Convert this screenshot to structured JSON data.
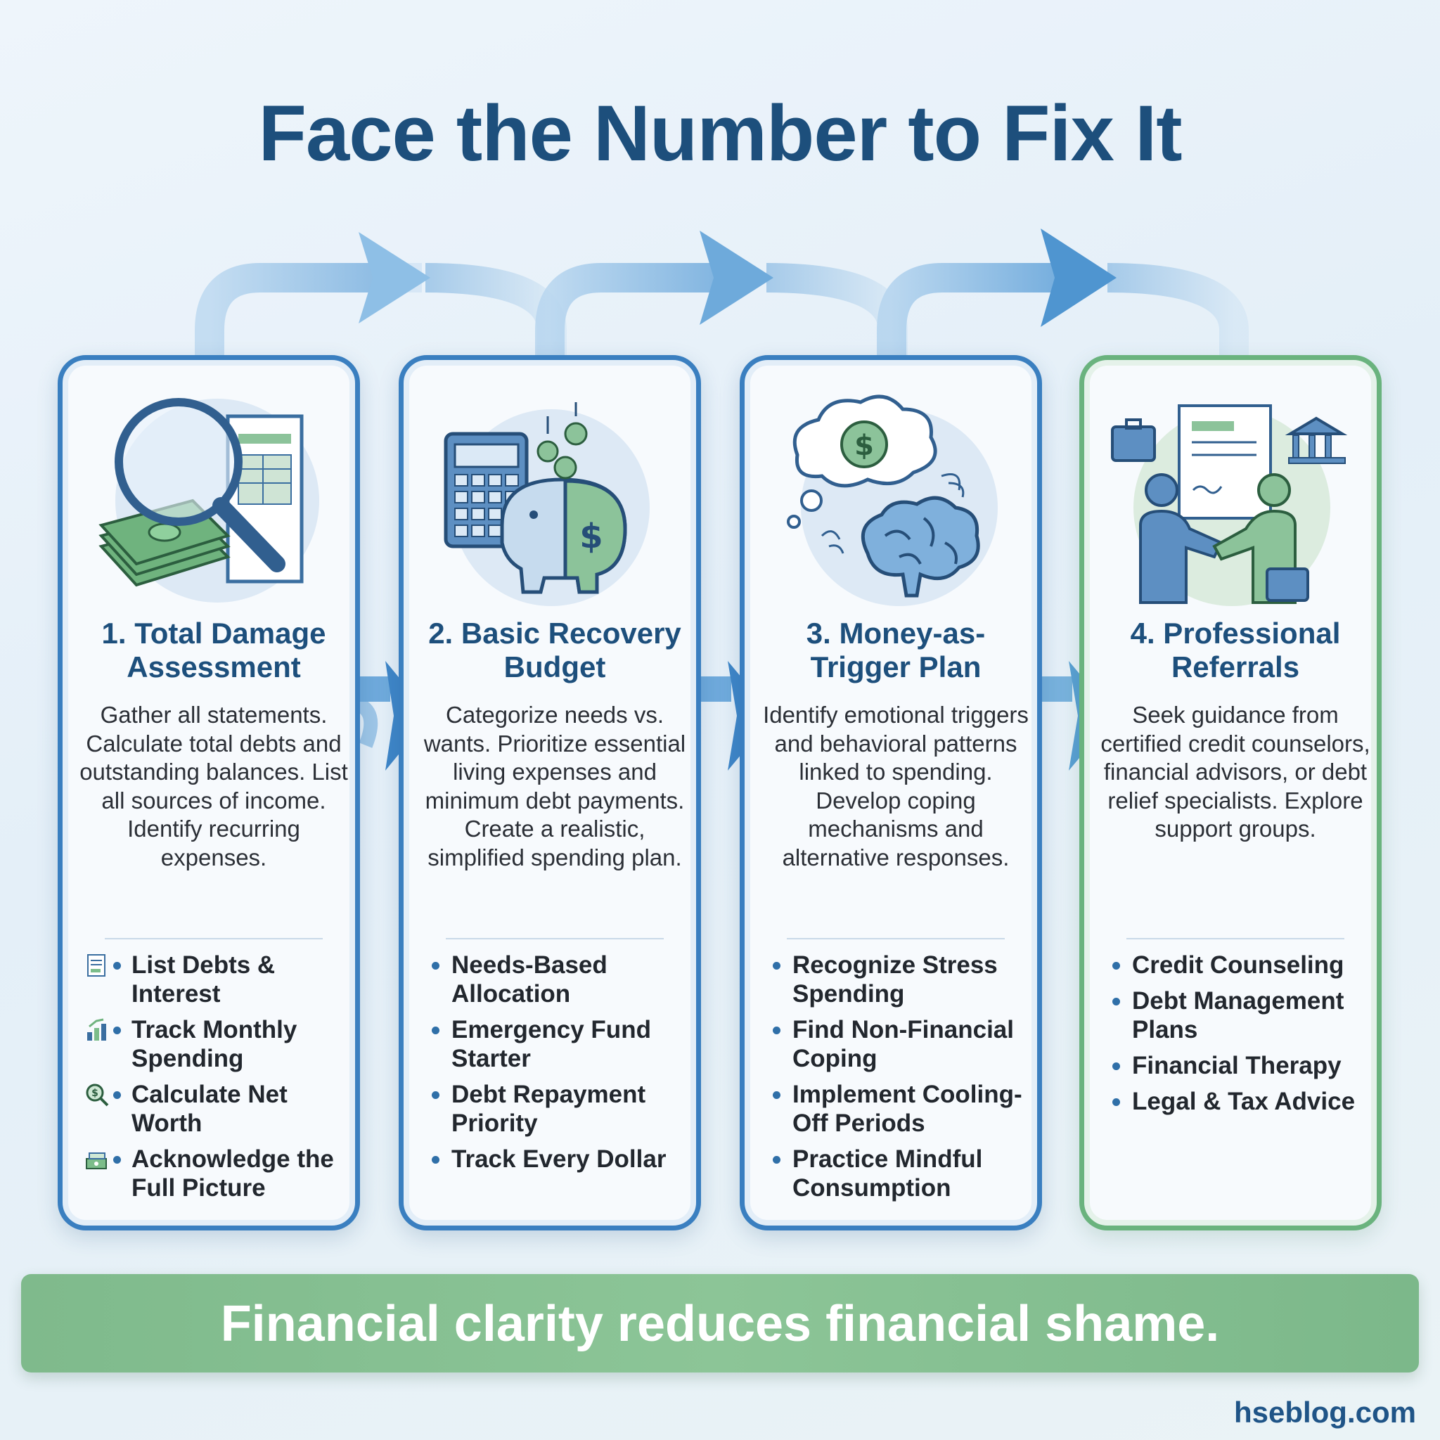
{
  "title": "Face the Number to Fix It",
  "steps": [
    {
      "title": "1. Total Damage Assessment",
      "icon": "magnifier-cash-document-icon",
      "description": "Gather all statements. Calculate total debts and outstanding balances. List all sources of income. Identify recurring expenses.",
      "bullets": [
        "List Debts & Interest",
        "Track Monthly Spending",
        "Calculate Net Worth",
        "Acknowledge the Full Picture"
      ]
    },
    {
      "title": "2. Basic Recovery Budget",
      "icon": "calculator-piggy-bank-icon",
      "description": "Categorize needs vs. wants. Prioritize essential living expenses and minimum debt payments. Create a realistic, simplified spending plan.",
      "bullets": [
        "Needs-Based Allocation",
        "Emergency Fund Starter",
        "Debt Repayment Priority",
        "Track Every Dollar"
      ]
    },
    {
      "title": "3. Money-as-Trigger Plan",
      "icon": "brain-thought-dollar-icon",
      "description": "Identify emotional triggers and behavioral patterns linked to spending. Develop coping mechanisms and alternative responses.",
      "bullets": [
        "Recognize Stress Spending",
        "Find Non-Financial Coping",
        "Implement Cooling-Off Periods",
        "Practice Mindful Consumption"
      ]
    },
    {
      "title": "4. Professional Referrals",
      "icon": "handshake-advisor-icon",
      "description": "Seek guidance from certified credit counselors, financial advisors, or debt relief specialists. Explore support groups.",
      "bullets": [
        "Credit Counseling",
        "Debt Management Plans",
        "Financial Therapy",
        "Legal & Tax Advice"
      ]
    }
  ],
  "banner": "Financial clarity reduces financial shame.",
  "footer": "hseblog.com",
  "colors": {
    "title": "#1d4f7c",
    "card_blue": "#3a7fc0",
    "card_green": "#6ab37e",
    "banner": "#85c092",
    "arrow": "#5b9fd6"
  }
}
